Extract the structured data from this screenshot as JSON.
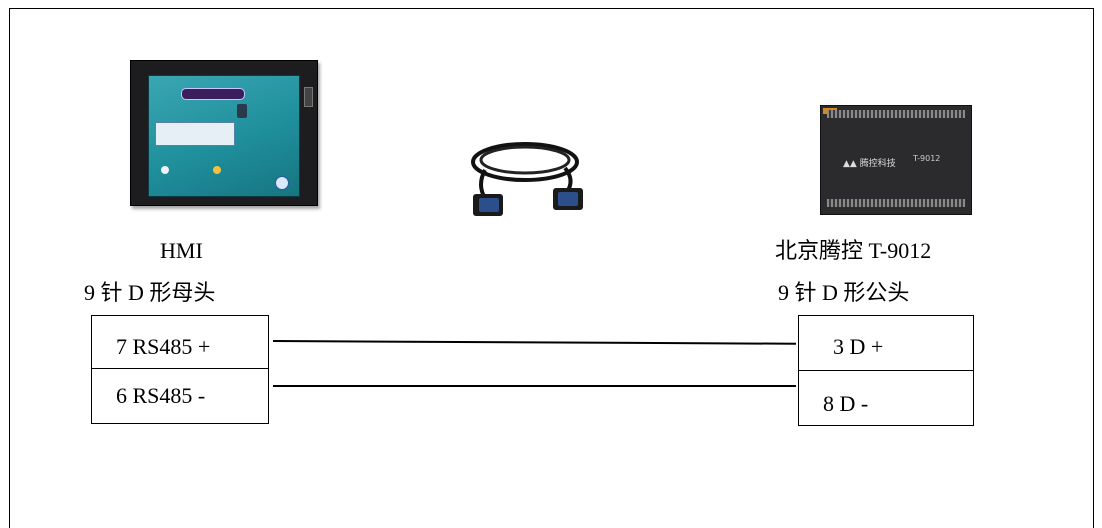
{
  "left_device": {
    "name": "HMI",
    "connector": "9 针  D 形母头",
    "pins": [
      "7 RS485 +",
      "6 RS485 -"
    ],
    "image_icon": "hmi-touchscreen-icon"
  },
  "right_device": {
    "name": "北京腾控  T-9012",
    "connector": "9 针  D 形公头",
    "pins": [
      "3 D +",
      "8 D -"
    ],
    "image_icon": "io-controller-icon",
    "device_label": "T-9012"
  },
  "cable": {
    "image_icon": "db9-serial-cable-icon"
  },
  "colors": {
    "line": "#000000",
    "background": "#ffffff"
  }
}
